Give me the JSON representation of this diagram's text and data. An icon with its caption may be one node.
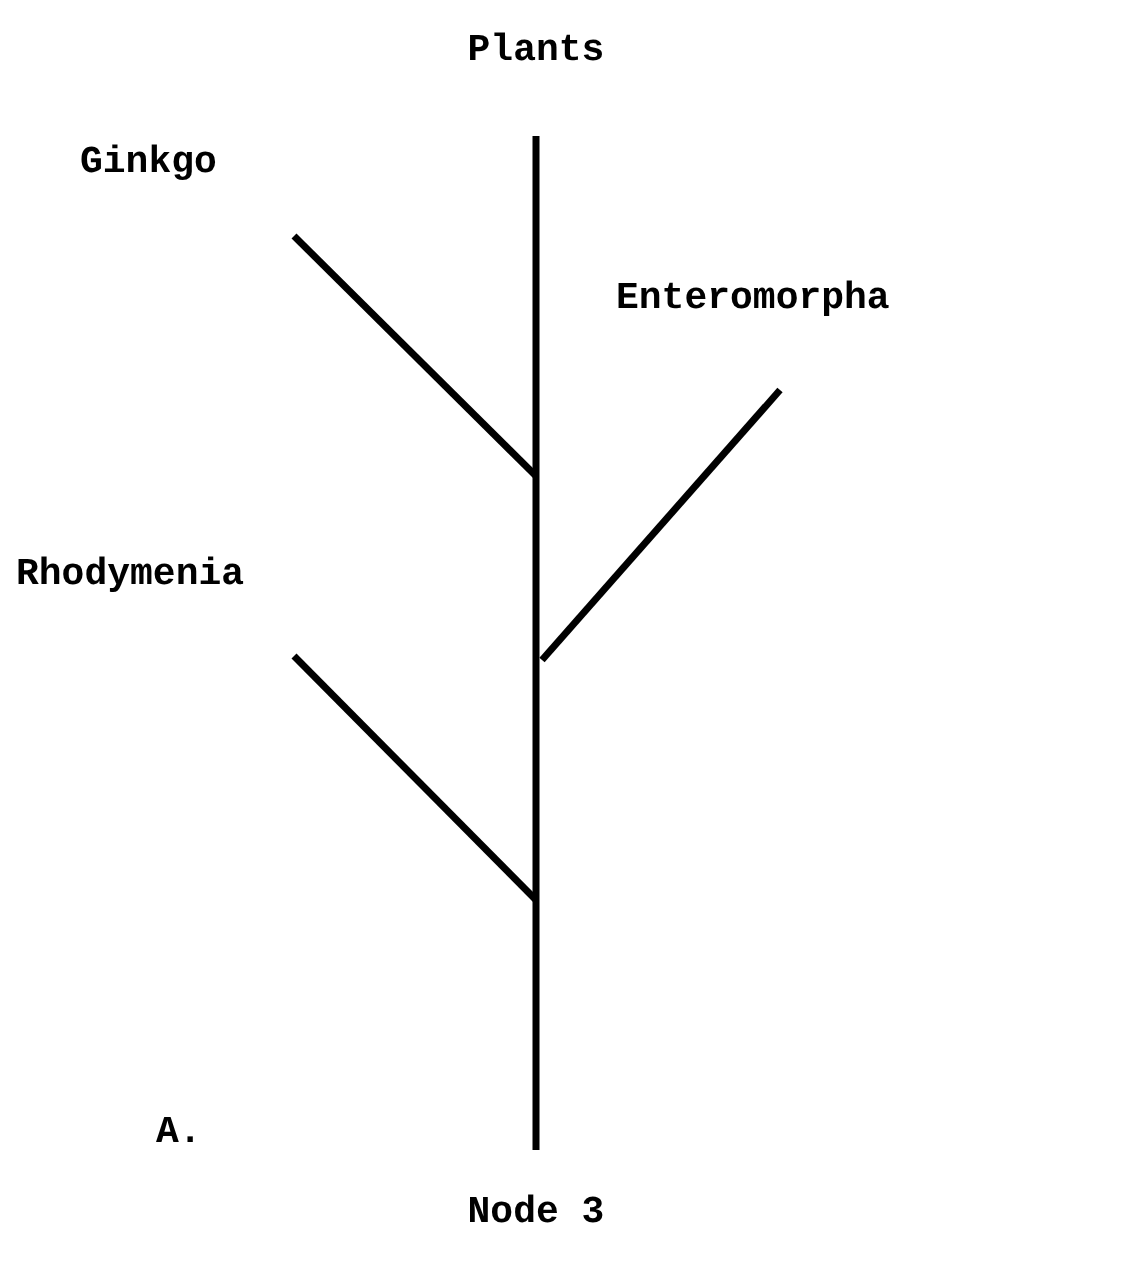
{
  "diagram": {
    "nodes": [
      {
        "text": [
          "Plants"
        ]
      },
      {
        "text": [
          "Ginkgo"
        ]
      },
      {
        "text": [
          "Enteromorpha"
        ]
      },
      {
        "text": [
          "Rhodymenia"
        ]
      },
      {
        "text": [
          "Node 3"
        ]
      }
    ],
    "edges": [
      {
        "from": 4,
        "to": 0,
        "arrow": "none"
      },
      {
        "from": 1,
        "to": null,
        "arrow": "none"
      },
      {
        "from": 2,
        "to": null,
        "arrow": "none"
      },
      {
        "from": 3,
        "to": null,
        "arrow": "none"
      }
    ],
    "labels": [
      "A."
    ]
  }
}
